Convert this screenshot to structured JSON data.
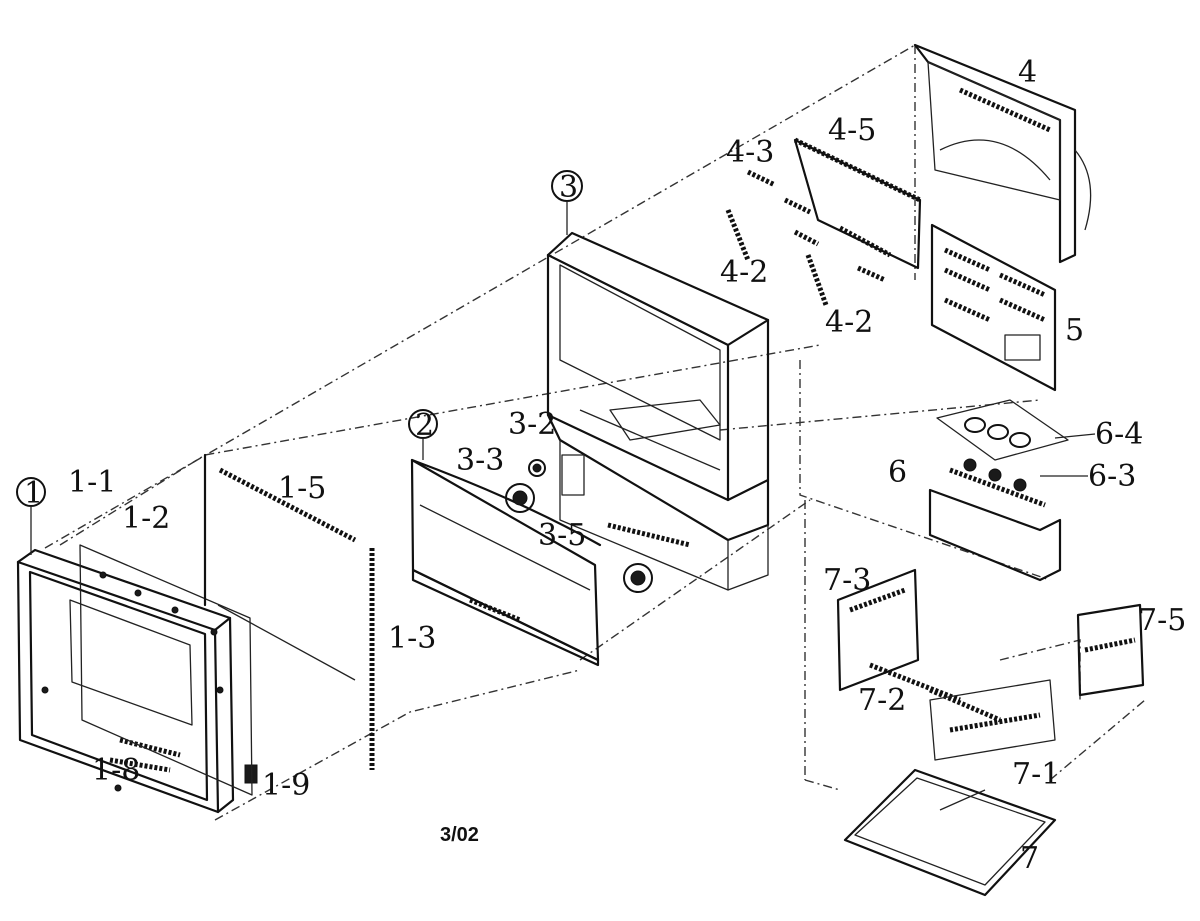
{
  "labels": {
    "c1": "1",
    "c2": "2",
    "c3": "3",
    "p1_1": "1-1",
    "p1_2": "1-2",
    "p1_3": "1-3",
    "p1_5": "1-5",
    "p1_8": "1-8",
    "p1_9": "1-9",
    "p3_2": "3-2",
    "p3_3": "3-3",
    "p3_5": "3-5",
    "p4": "4",
    "p4_2a": "4-2",
    "p4_2b": "4-2",
    "p4_3": "4-3",
    "p4_5": "4-5",
    "p5": "5",
    "p6": "6",
    "p6_3": "6-3",
    "p6_4": "6-4",
    "p7": "7",
    "p7_1": "7-1",
    "p7_2": "7-2",
    "p7_3": "7-3",
    "p7_5": "7-5"
  },
  "footer": {
    "date": "3/02"
  }
}
